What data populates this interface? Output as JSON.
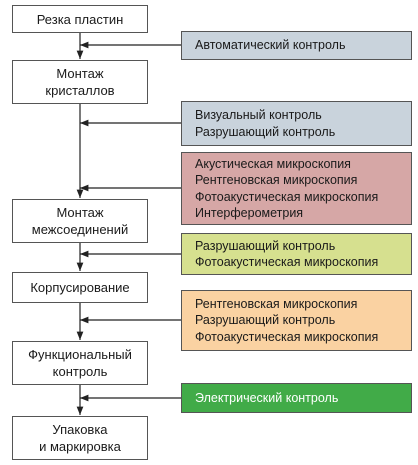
{
  "steps": [
    {
      "lines": [
        "Резка пластин"
      ]
    },
    {
      "lines": [
        "Монтаж",
        "кристаллов"
      ]
    },
    {
      "lines": [
        "Монтаж",
        "межсоединений"
      ]
    },
    {
      "lines": [
        "Корпусирование"
      ]
    },
    {
      "lines": [
        "Функциональный",
        "контроль"
      ]
    },
    {
      "lines": [
        "Упаковка",
        "и маркировка"
      ]
    }
  ],
  "controls": [
    {
      "lines": [
        "Автоматический контроль"
      ],
      "color": "#c9d3dc"
    },
    {
      "lines": [
        "Визуальный контроль",
        "Разрушающий контроль"
      ],
      "color": "#c9d3dc"
    },
    {
      "lines": [
        "Акустическая микроскопия",
        "Рентгеновская микроскопия",
        "Фотоакустическая микроскопия",
        "Интерферометрия"
      ],
      "color": "#d6a7a6"
    },
    {
      "lines": [
        "Разрушающий контроль",
        "Фотоакустическая микроскопия"
      ],
      "color": "#d6e08f"
    },
    {
      "lines": [
        "Рентгеновская микроскопия",
        "Разрушающий контроль",
        "Фотоакустическая микроскопия"
      ],
      "color": "#fad2a2"
    },
    {
      "lines": [
        "Электрический контроль"
      ],
      "color": "#41ab48",
      "text_color": "#ffffff"
    }
  ]
}
